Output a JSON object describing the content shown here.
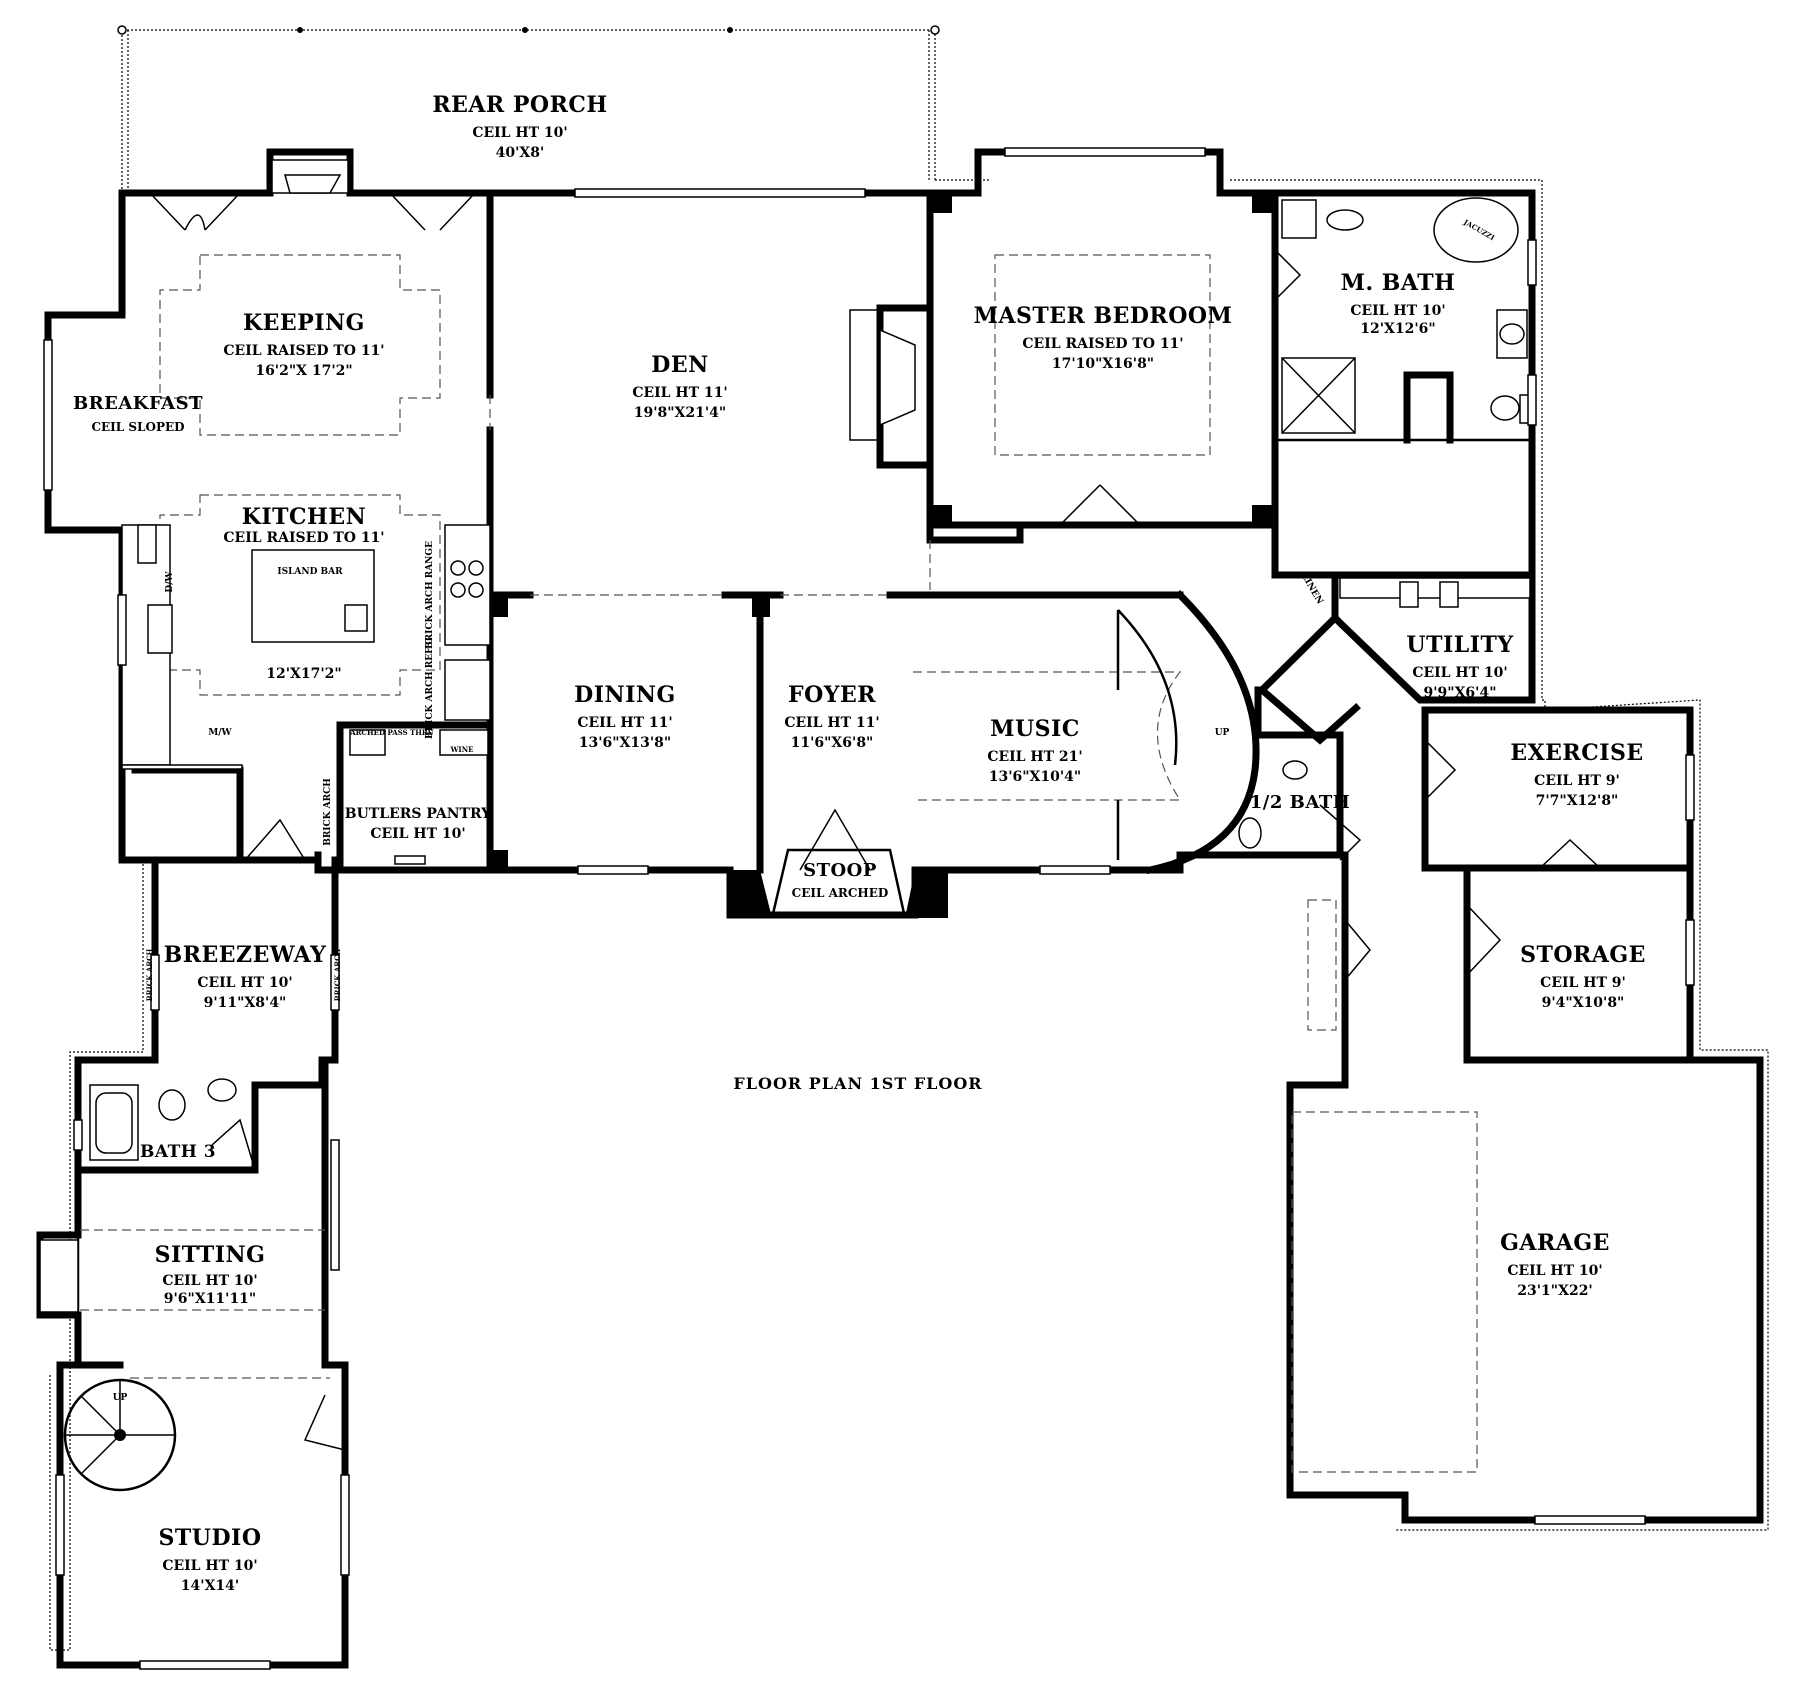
{
  "title": "FLOOR PLAN 1ST FLOOR",
  "rooms": [
    {
      "name": "REAR PORCH",
      "ceil": "CEIL HT 10'",
      "size": "40'X8'"
    },
    {
      "name": "KEEPING",
      "ceil": "CEIL RAISED TO 11'",
      "size": "16'2\"X 17'2\""
    },
    {
      "name": "BREAKFAST",
      "ceil": "CEIL SLOPED",
      "size": ""
    },
    {
      "name": "KITCHEN",
      "ceil": "CEIL RAISED TO 11'",
      "size": "12'X17'2\""
    },
    {
      "name": "DEN",
      "ceil": "CEIL HT 11'",
      "size": "19'8\"X21'4\""
    },
    {
      "name": "MASTER BEDROOM",
      "ceil": "CEIL RAISED TO 11'",
      "size": "17'10\"X16'8\""
    },
    {
      "name": "M. BATH",
      "ceil": "CEIL HT 10'",
      "size": "12'X12'6\""
    },
    {
      "name": "UTILITY",
      "ceil": "CEIL HT 10'",
      "size": "9'9\"X6'4\""
    },
    {
      "name": "EXERCISE",
      "ceil": "CEIL HT 9'",
      "size": "7'7\"X12'8\""
    },
    {
      "name": "DINING",
      "ceil": "CEIL HT 11'",
      "size": "13'6\"X13'8\""
    },
    {
      "name": "FOYER",
      "ceil": "CEIL HT 11'",
      "size": "11'6\"X6'8\""
    },
    {
      "name": "MUSIC",
      "ceil": "CEIL HT 21'",
      "size": "13'6\"X10'4\""
    },
    {
      "name": "1/2 BATH",
      "ceil": "",
      "size": ""
    },
    {
      "name": "STOOP",
      "ceil": "CEIL ARCHED",
      "size": ""
    },
    {
      "name": "BUTLERS PANTRY",
      "ceil": "CEIL HT 10'",
      "size": ""
    },
    {
      "name": "STORAGE",
      "ceil": "CEIL HT 9'",
      "size": "9'4\"X10'8\""
    },
    {
      "name": "BREEZEWAY",
      "ceil": "CEIL HT 10'",
      "size": "9'11\"X8'4\""
    },
    {
      "name": "BATH 3",
      "ceil": "",
      "size": ""
    },
    {
      "name": "SITTING",
      "ceil": "CEIL HT 10'",
      "size": "9'6\"X11'11\""
    },
    {
      "name": "STUDIO",
      "ceil": "CEIL HT 10'",
      "size": "14'X14'"
    },
    {
      "name": "GARAGE",
      "ceil": "CEIL HT 10'",
      "size": "23'1\"X22'"
    }
  ],
  "labels": {
    "island_bar": "ISLAND BAR",
    "dw": "D/W",
    "mw": "M/W",
    "brick_arch_range": "BRICK ARCH RANGE",
    "brick_arch_refg": "BRICK ARCH REF'G",
    "arched_pass_thru": "ARCHED PASS THRU",
    "wine": "WINE",
    "brick_arch": "BRICK ARCH",
    "up": "UP",
    "linen": "LINEN",
    "jacuzzi": "JACUZZI"
  }
}
